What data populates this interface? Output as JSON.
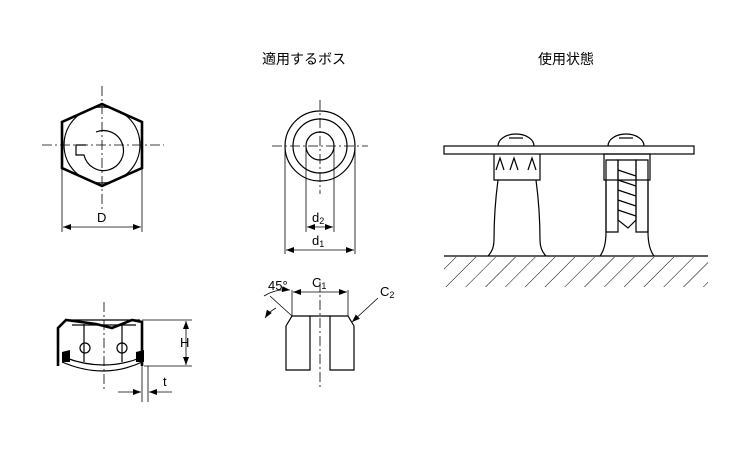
{
  "headings": {
    "boss": "適用するボス",
    "usage": "使用状態"
  },
  "dimensions": {
    "D": "D",
    "H": "H",
    "t": "t",
    "d2": "d",
    "d2_sub": "2",
    "d1": "d",
    "d1_sub": "1",
    "C1": "C",
    "C1_sub": "1",
    "C2": "C",
    "C2_sub": "2",
    "angle": "45°"
  }
}
